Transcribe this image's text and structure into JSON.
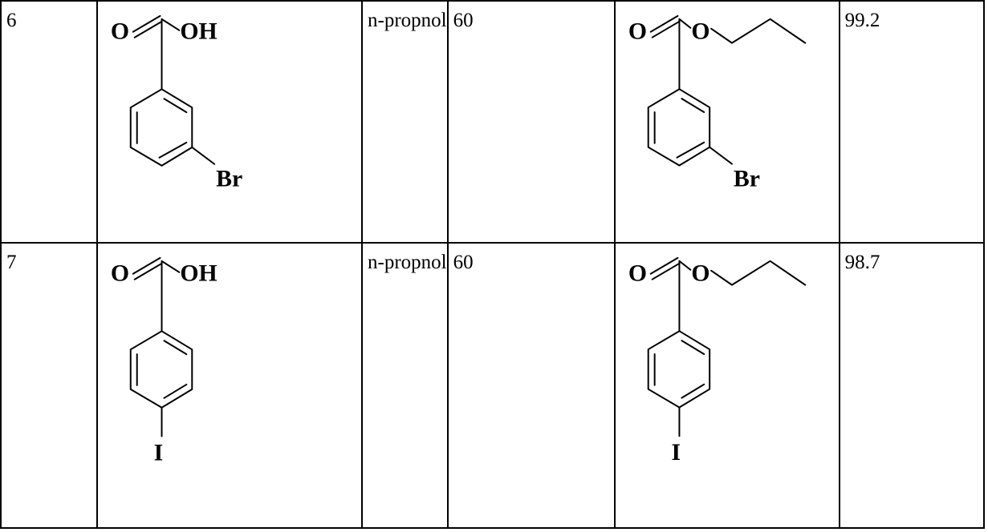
{
  "table": {
    "rows": [
      {
        "entry": "6",
        "substrate": {
          "carbonyl_o": "O",
          "hydroxyl": "OH",
          "substituent": "Br"
        },
        "alcohol": "n-propnol",
        "value_a": "60",
        "product": {
          "carbonyl_o": "O",
          "ester_o": "O",
          "substituent": "Br"
        },
        "yield": "99.2"
      },
      {
        "entry": "7",
        "substrate": {
          "carbonyl_o": "O",
          "hydroxyl": "OH",
          "substituent": "I"
        },
        "alcohol": "n-propnol",
        "value_a": "60",
        "product": {
          "carbonyl_o": "O",
          "ester_o": "O",
          "substituent": "I"
        },
        "yield": "98.7"
      }
    ]
  }
}
